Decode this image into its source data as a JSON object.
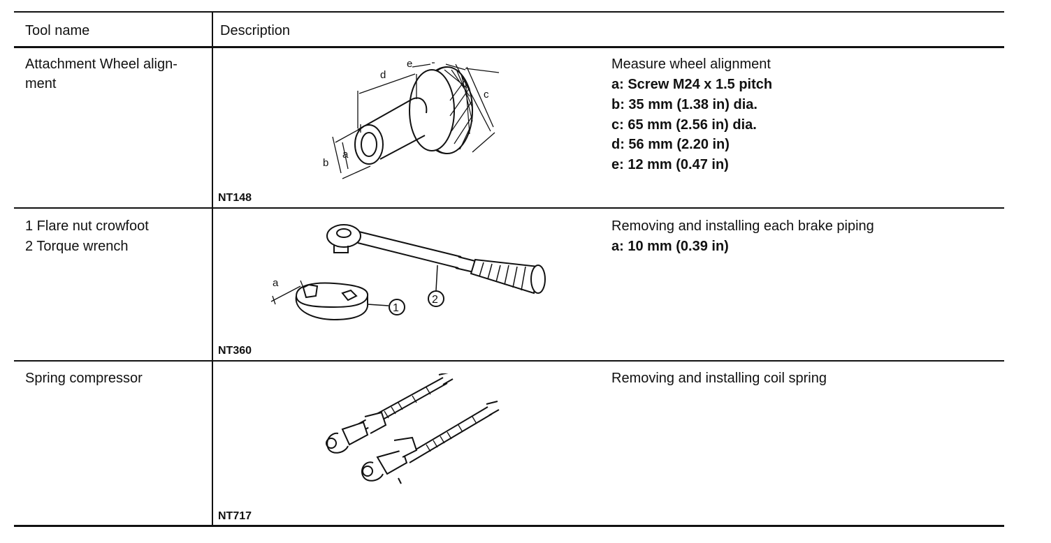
{
  "table": {
    "headers": {
      "tool_name": "Tool name",
      "description": "Description"
    },
    "rows": [
      {
        "tool_name_lines": [
          "Attachment Wheel align-",
          "ment"
        ],
        "figure_code": "NT148",
        "figure_labels": [
          "a",
          "b",
          "c",
          "d",
          "e"
        ],
        "description_title": "Measure wheel alignment",
        "specs": [
          "a: Screw M24 x 1.5 pitch",
          "b: 35 mm (1.38 in) dia.",
          "c: 65 mm (2.56 in) dia.",
          "d: 56 mm (2.20 in)",
          "e: 12 mm (0.47 in)"
        ]
      },
      {
        "tool_name_lines": [
          "1 Flare nut crowfoot",
          "2 Torque wrench"
        ],
        "figure_code": "NT360",
        "figure_labels": [
          "a",
          "1",
          "2"
        ],
        "description_title": "Removing and installing each brake piping",
        "specs": [
          "a: 10 mm (0.39 in)"
        ]
      },
      {
        "tool_name_lines": [
          "Spring compressor"
        ],
        "figure_code": "NT717",
        "description_title": "Removing and installing coil spring",
        "specs": []
      }
    ]
  }
}
